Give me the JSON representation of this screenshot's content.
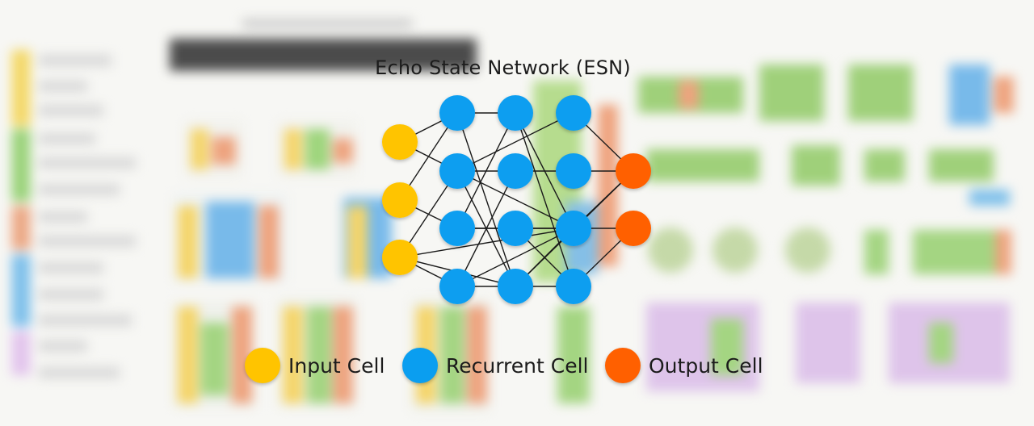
{
  "title": "Echo State Network (ESN)",
  "legend": [
    {
      "label": "Input Cell",
      "color": "#FFC400"
    },
    {
      "label": "Recurrent Cell",
      "color": "#0A9EF0"
    },
    {
      "label": "Output Cell",
      "color": "#FF6000"
    }
  ],
  "network": {
    "layers": [
      {
        "type": "input",
        "count": 3
      },
      {
        "type": "recurrent",
        "count": 4
      },
      {
        "type": "recurrent",
        "count": 4
      },
      {
        "type": "recurrent",
        "count": 4
      },
      {
        "type": "output",
        "count": 2
      }
    ]
  }
}
